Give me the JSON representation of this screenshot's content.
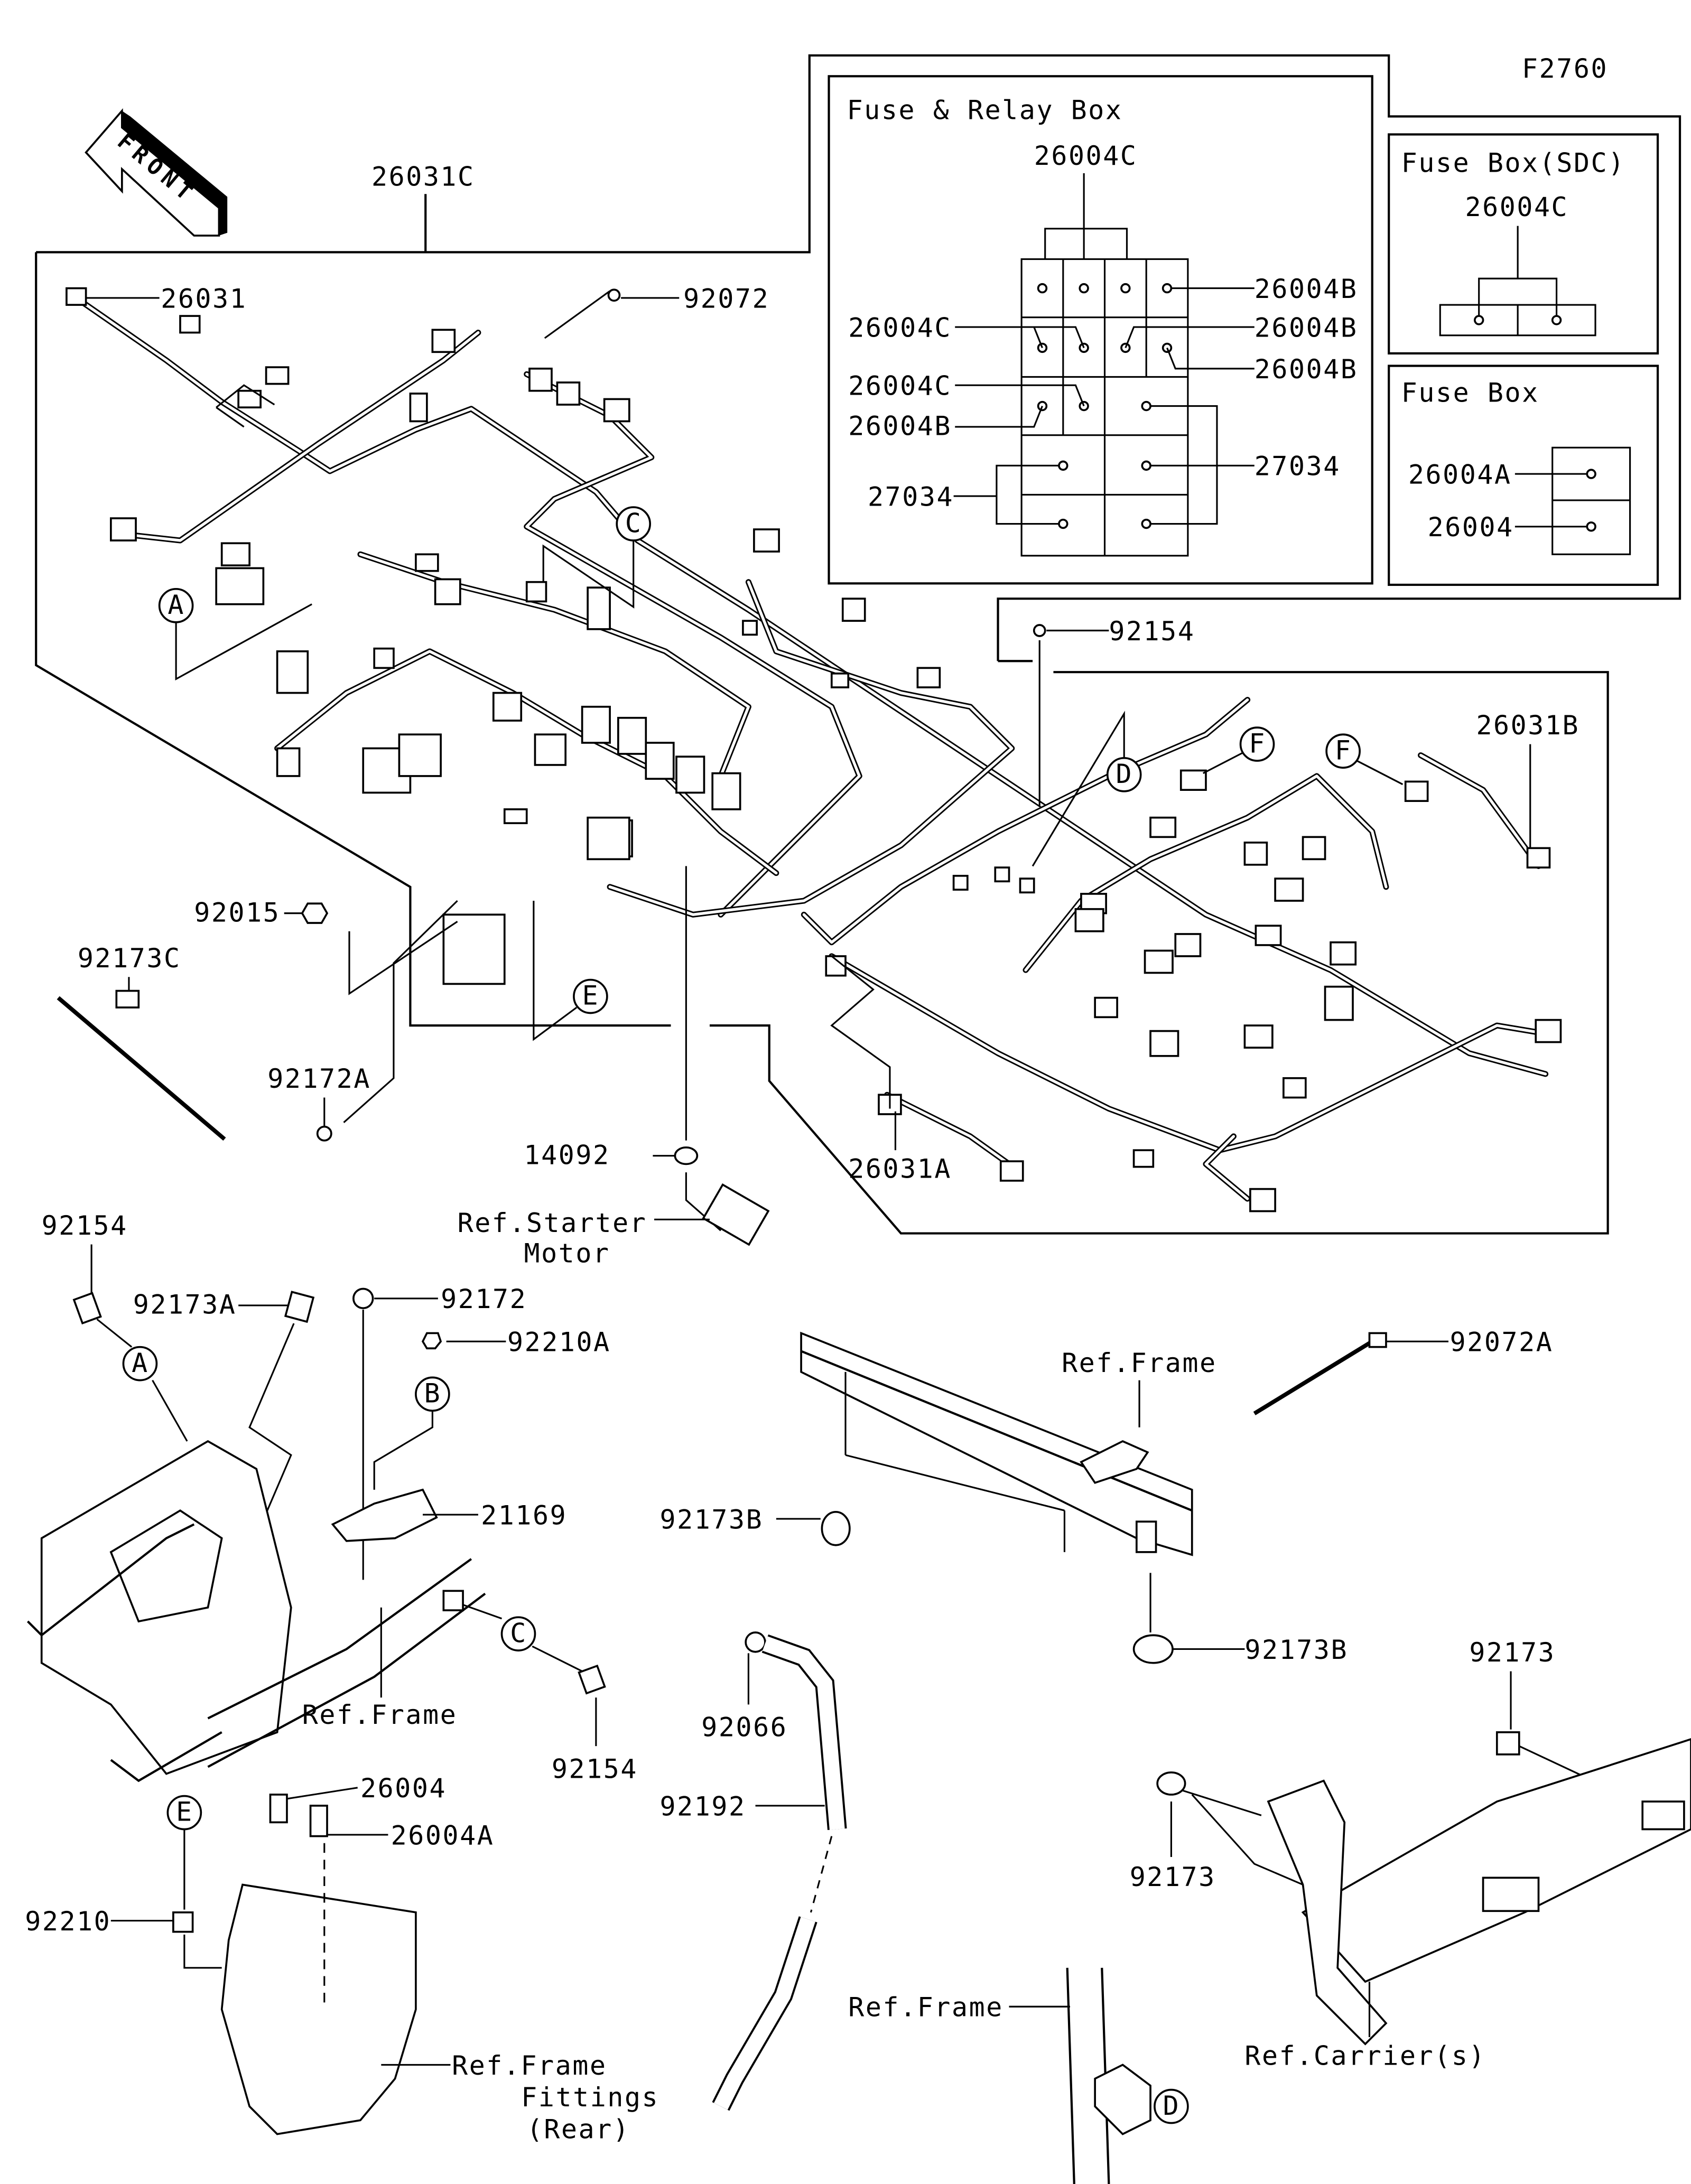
{
  "diagram": {
    "figure_code": "F2760",
    "direction_arrow": "FRONT",
    "main_harness": "26031C",
    "callouts": [
      "A",
      "B",
      "C",
      "D",
      "E",
      "F"
    ],
    "fuse_relay_box": {
      "title": "Fuse & Relay Box",
      "labels": {
        "top": "26004C",
        "right_1": "26004B",
        "right_2": "26004B",
        "right_3": "26004B",
        "left_1": "26004C",
        "left_2": "26004C",
        "left_3": "26004B",
        "left_relay": "27034",
        "right_relay": "27034"
      }
    },
    "fuse_box_sdc": {
      "title": "Fuse Box(SDC)",
      "label": "26004C"
    },
    "fuse_box": {
      "title": "Fuse Box",
      "labels": [
        "26004A",
        "26004"
      ]
    },
    "parts": {
      "p26031": "26031",
      "p92072": "92072",
      "p92154_top": "92154",
      "p26031B": "26031B",
      "p92015": "92015",
      "p92173C": "92173C",
      "p92172A": "92172A",
      "p14092": "14092",
      "p26031A": "26031A",
      "ref_starter_line1": "Ref.Starter",
      "ref_starter_line2": "Motor",
      "p92154_left": "92154",
      "p92173A": "92173A",
      "p92172": "92172",
      "p92210A": "92210A",
      "p21169": "21169",
      "ref_frame_left": "Ref.Frame",
      "p92154_bottom": "92154",
      "p92072A": "92072A",
      "ref_frame_right": "Ref.Frame",
      "p92173B_left": "92173B",
      "p92173B_right": "92173B",
      "p92066": "92066",
      "p92192": "92192",
      "p92173_top": "92173",
      "p92173_left": "92173",
      "p26004": "26004",
      "p26004A": "26004A",
      "p92210": "92210",
      "ref_frame_fittings_1": "Ref.Frame",
      "ref_frame_fittings_2": "Fittings",
      "ref_frame_fittings_3": "(Rear)",
      "ref_frame_bottom": "Ref.Frame",
      "ref_carrier": "Ref.Carrier(s)"
    }
  }
}
